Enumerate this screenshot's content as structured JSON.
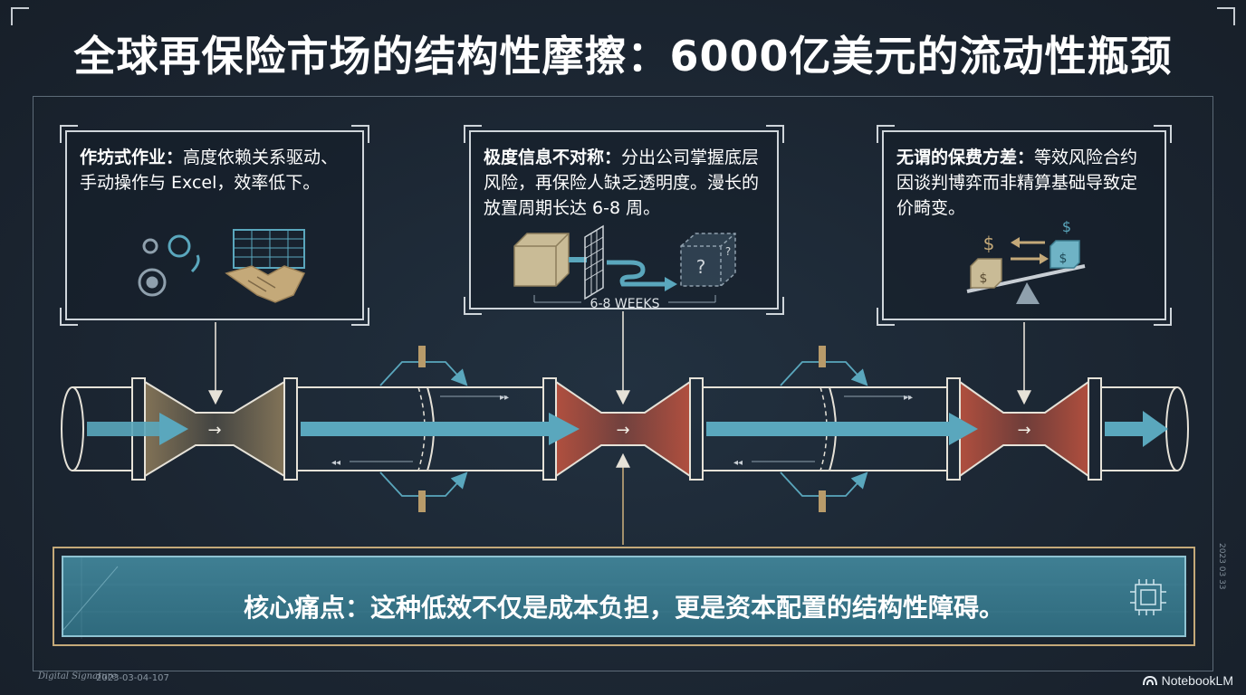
{
  "title": "全球再保险市场的结构性摩擦：6000亿美元的流动性瓶颈",
  "cards": [
    {
      "heading": "作坊式作业：",
      "body": "高度依赖关系驱动、手动操作与 Excel，效率低下。",
      "icons": [
        "gears-icon",
        "spreadsheet-icon",
        "handshake-icon"
      ]
    },
    {
      "heading": "极度信息不对称：",
      "body": "分出公司掌握底层风险，再保险人缺乏透明度。漫长的放置周期长达 6-8 周。",
      "weeks_label": "6-8 WEEKS",
      "icons": [
        "solid-cube-icon",
        "grid-wall-icon",
        "flow-arrow-icon",
        "unknown-cube-icon"
      ]
    },
    {
      "heading": "无谓的保费方差：",
      "body": "等效风险合约因谈判博弈而非精算基础导致定价畸变。",
      "icons": [
        "dollar-icon",
        "scale-icon",
        "exchange-arrows-icon"
      ]
    }
  ],
  "banner": {
    "text": "核心痛点：这种低效不仅是成本负担，更是资本配置的结构性障碍。",
    "icon": "chip-icon"
  },
  "footer": {
    "signature": "Digital Signature",
    "date": "2023-03-04-107",
    "side_date": "2023 03 33",
    "brand": "NotebookLM"
  },
  "colors": {
    "background": "#1c2733",
    "pipe_stroke": "#e6e2d8",
    "flow_blue": "#5aa7bd",
    "bottleneck_gold": "#b89b6a",
    "bottleneck_red": "#c0533f",
    "banner_teal": "#3a7a8e"
  }
}
